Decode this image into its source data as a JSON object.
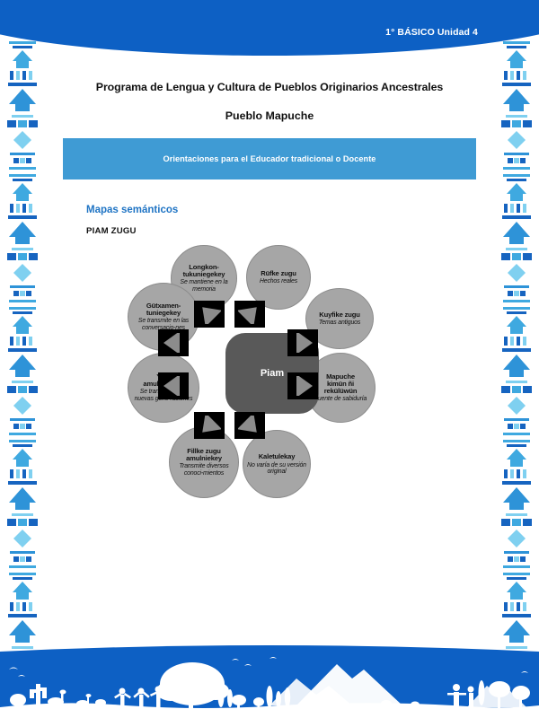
{
  "header": {
    "unit_badge": "1° BÁSICO Unidad 4",
    "band_color": "#0D60C4"
  },
  "document": {
    "title": "Programa de Lengua y Cultura de Pueblos Originarios Ancestrales",
    "subtitle": "Pueblo Mapuche",
    "banner_text": "Orientaciones para el Educador tradicional o Docente",
    "banner_color": "#3F9BD4",
    "section_title": "Mapas semánticos",
    "section_title_color": "#1F74C4",
    "section_subtitle": "PIAM ZUGU"
  },
  "diagram": {
    "type": "semantic-map",
    "center": {
      "label": "Piam",
      "fill": "#595959",
      "text_color": "#FFFFFF"
    },
    "node_fill": "#A6A6A6",
    "arrow_box_fill": "#000000",
    "arrow_triangle_fill": "#8C8C8C",
    "nodes": [
      {
        "id": "longkontukuniegekey",
        "title": "Longkon-\ntukuniegekey",
        "title_line1": "Longkon-",
        "title_line2": "tukuniegekey",
        "subtitle": "Se mantiene en la memoria",
        "position": "top-left"
      },
      {
        "id": "rufke-zugu",
        "title": "Rüfke zugu",
        "title_line1": "Rüfke zugu",
        "title_line2": "",
        "subtitle": "Hechos reales",
        "position": "top-right"
      },
      {
        "id": "kuyfike-zugu",
        "title": "Kuyfike zugu",
        "title_line1": "Kuyfike zugu",
        "title_line2": "",
        "subtitle": "Temas antiguos",
        "position": "right-upper"
      },
      {
        "id": "mapuche-kimun",
        "title": "Mapuche kimün ñi rekülüwün",
        "title_line1": "Mapuche",
        "title_line2": "kimün ñi",
        "title_line3": "rekülüwün",
        "subtitle": "Fuente de sabiduría",
        "position": "right-lower"
      },
      {
        "id": "kaletulekay",
        "title": "Kaletulekay",
        "title_line1": "Kaletulekay",
        "title_line2": "",
        "subtitle": "No varía de su versión original",
        "position": "bottom-right"
      },
      {
        "id": "fillke-zugu",
        "title": "Fillke zugu amulniekey",
        "title_line1": "Fillke zugu",
        "title_line2": "amulniekey",
        "subtitle": "Transmite diversos conoci-mientos",
        "position": "bottom-left"
      },
      {
        "id": "yom-amulerpukey",
        "title": "Yom amulerpukey",
        "title_line1": "Yom",
        "title_line2": "amulerpukey",
        "subtitle": "Se transmite a las nuevas gene-raciones",
        "position": "left-lower"
      },
      {
        "id": "gutxamentuniegekey",
        "title": "Gütxamen-tuniegekey",
        "title_line1": "Gütxamen-",
        "title_line2": "tuniegekey",
        "subtitle": "Se transmite en las conversacio-nes",
        "position": "left-upper"
      }
    ]
  },
  "footer": {
    "band_color": "#0D60C4",
    "illustration": "andean-landscape-silhouette"
  }
}
